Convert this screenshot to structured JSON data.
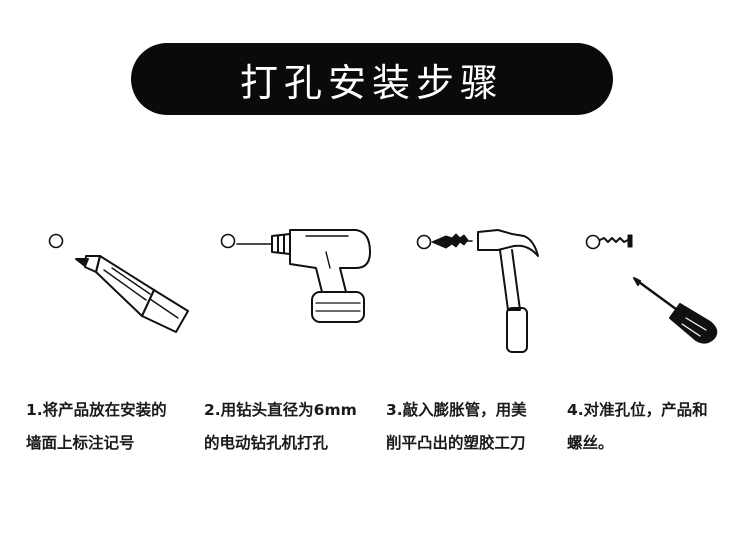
{
  "header": {
    "title": "打孔安装步骤"
  },
  "colors": {
    "pill": "#0a0a0a",
    "title_text": "#ffffff",
    "ink": "#111111"
  },
  "steps": [
    {
      "icon": "marker-pen-icon",
      "line1": "1.将产品放在安装的",
      "line2": "墙面上标注记号"
    },
    {
      "icon": "power-drill-icon",
      "line1": "2.用钻头直径为6mm",
      "line2": "的电动钻孔机打孔"
    },
    {
      "icon": "hammer-anchor-icon",
      "line1": "3.敲入膨胀管，用美",
      "line2": "削平凸出的塑胶工刀"
    },
    {
      "icon": "screwdriver-screw-icon",
      "line1": "4.对准孔位，产品和",
      "line2": "螺丝。"
    }
  ]
}
